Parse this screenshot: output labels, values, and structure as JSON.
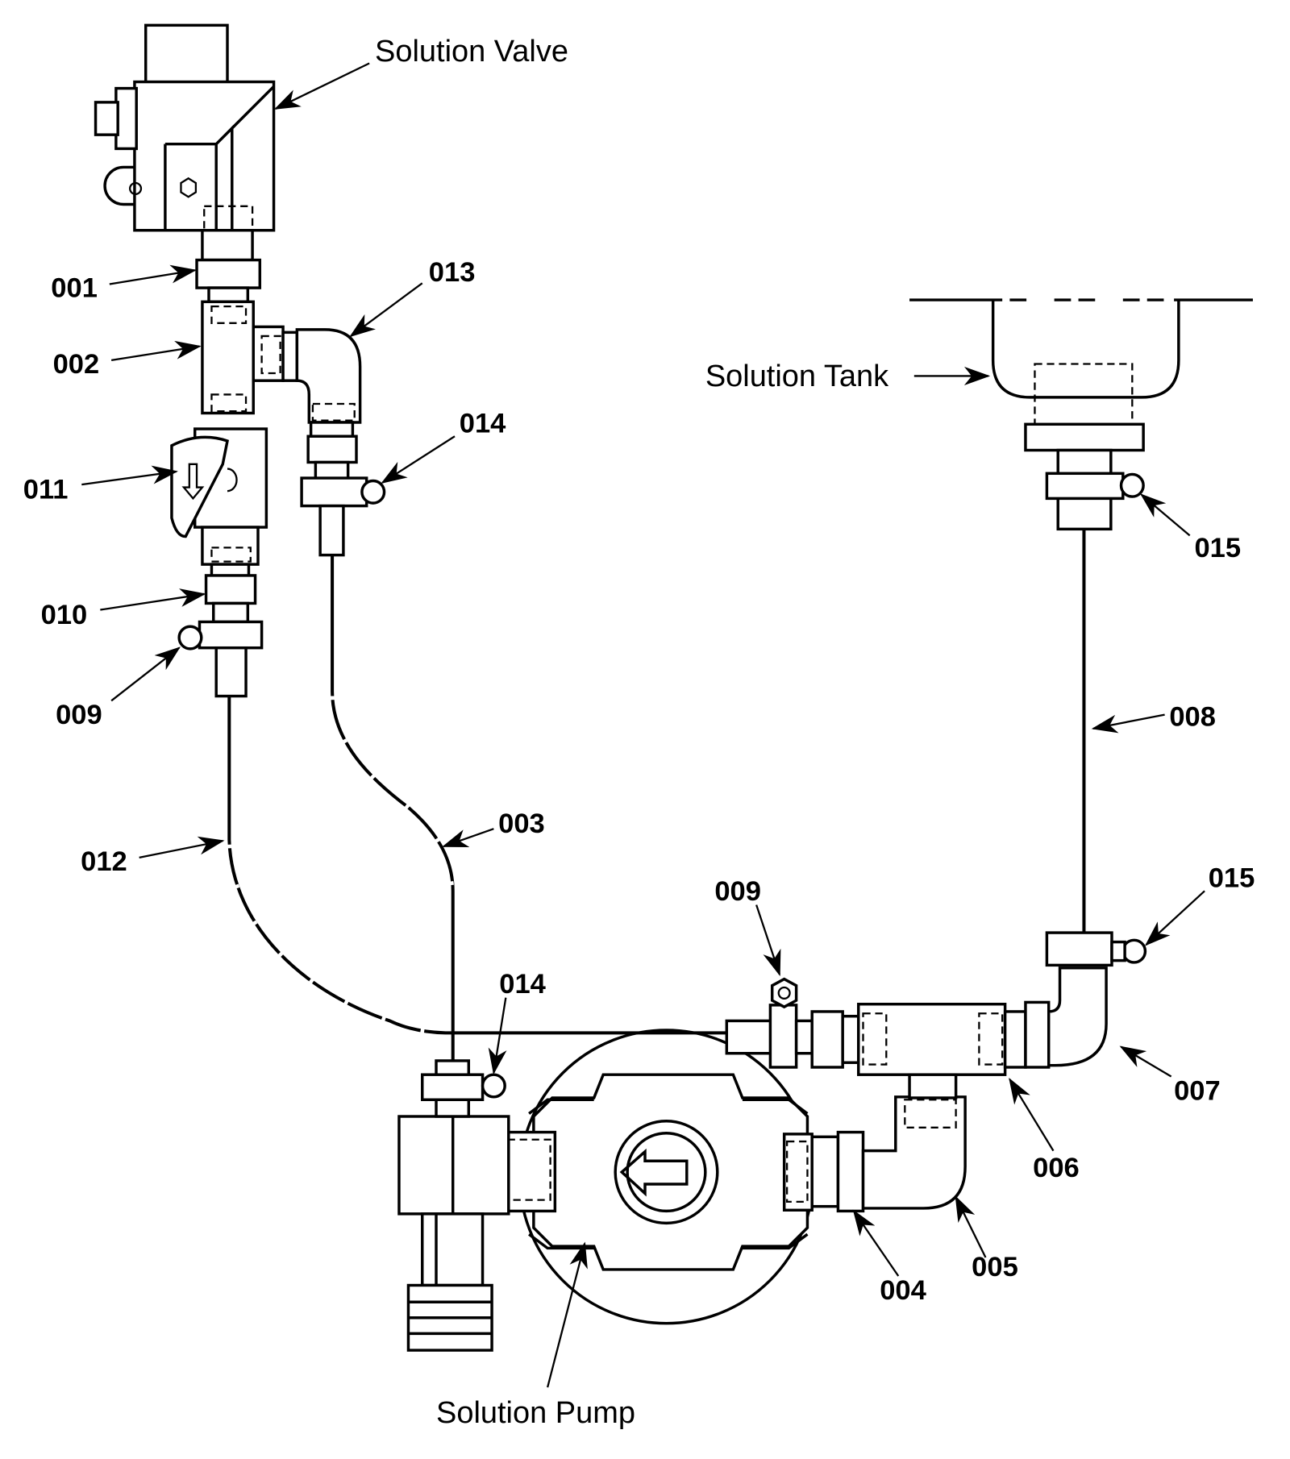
{
  "captions": {
    "solution_valve": "Solution Valve",
    "solution_tank": "Solution Tank",
    "solution_pump": "Solution Pump"
  },
  "callouts": {
    "p001": "001",
    "p002": "002",
    "p003": "003",
    "p004": "004",
    "p005": "005",
    "p006": "006",
    "p007": "007",
    "p008": "008",
    "p009a": "009",
    "p009b": "009",
    "p010": "010",
    "p011": "011",
    "p012": "012",
    "p013": "013",
    "p014a": "014",
    "p014b": "014",
    "p015a": "015",
    "p015b": "015"
  },
  "icons": {
    "flow_arrow": "down-arrow",
    "pump_direction": "left-arrow"
  }
}
